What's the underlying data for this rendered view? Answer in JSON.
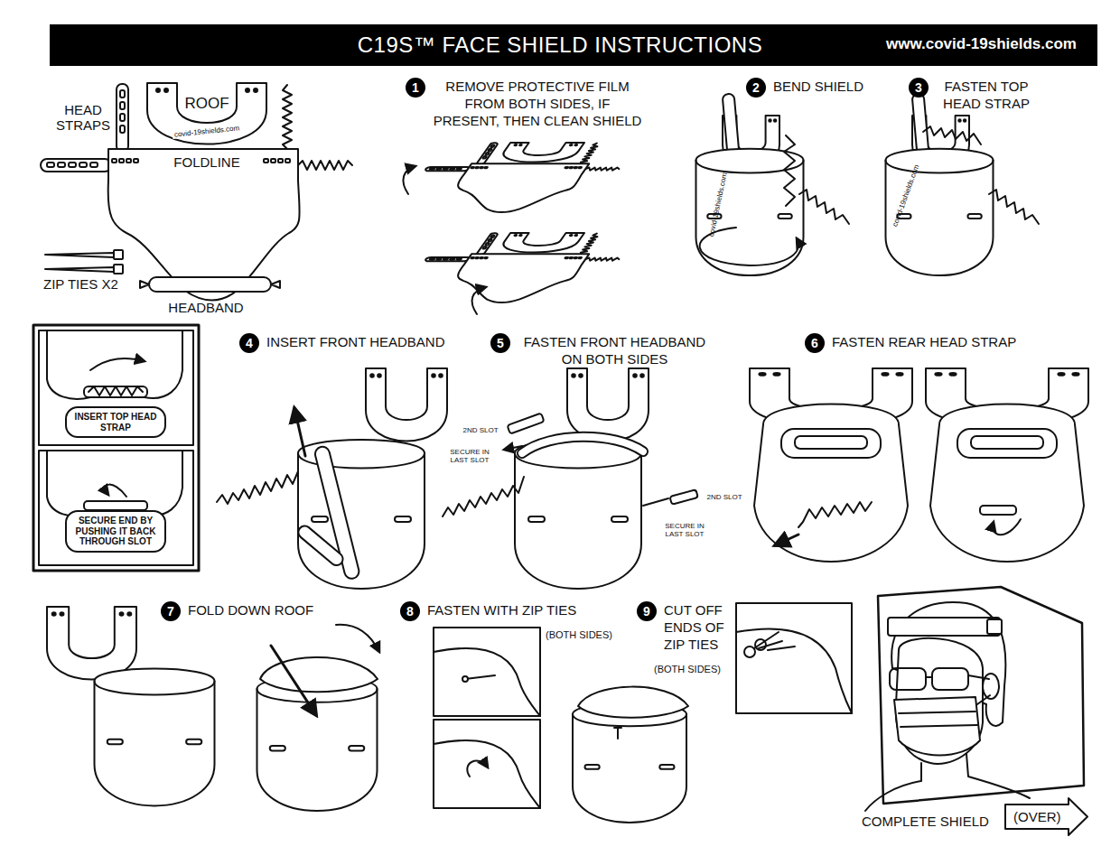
{
  "diagram": {
    "title": "C19S™ FACE SHIELD INSTRUCTIONS",
    "nodes": [
      {
        "text": [
          "1",
          "REMOVE PROTECTIVE FILM FROM BOTH SIDES, IF PRESENT, THEN CLEAN SHIELD"
        ]
      },
      {
        "text": [
          "2",
          "BEND SHIELD"
        ]
      },
      {
        "text": [
          "3",
          "FASTEN TOP HEAD STRAP"
        ]
      },
      {
        "text": [
          "4",
          "INSERT FRONT HEADBAND"
        ]
      },
      {
        "text": [
          "5",
          "FASTEN FRONT HEADBAND ON BOTH SIDES"
        ]
      },
      {
        "text": [
          "6",
          "FASTEN REAR HEAD STRAP"
        ]
      },
      {
        "text": [
          "7",
          "FOLD DOWN ROOF"
        ]
      },
      {
        "text": [
          "8",
          "FASTEN WITH ZIP TIES"
        ]
      },
      {
        "text": [
          "9",
          "CUT OFF ENDS OF ZIP TIES"
        ]
      },
      {
        "text": [
          "INSERT TOP HEAD STRAP"
        ]
      },
      {
        "text": [
          "SECURE END BY PUSHING IT BACK THROUGH SLOT"
        ]
      },
      {
        "text": [
          "(OVER)"
        ]
      }
    ],
    "labels": [
      "www.covid-19shields.com",
      "HEAD STRAPS",
      "ROOF",
      "covid-19shields.com",
      "FOLDLINE",
      "ZIP TIES X2",
      "HEADBAND",
      "covid-19shields.com",
      "covid-19shields.com",
      "2ND SLOT",
      "SECURE IN LAST SLOT",
      "2ND SLOT",
      "SECURE IN LAST SLOT",
      "(BOTH SIDES)",
      "(BOTH SIDES)",
      "COMPLETE SHIELD"
    ]
  }
}
